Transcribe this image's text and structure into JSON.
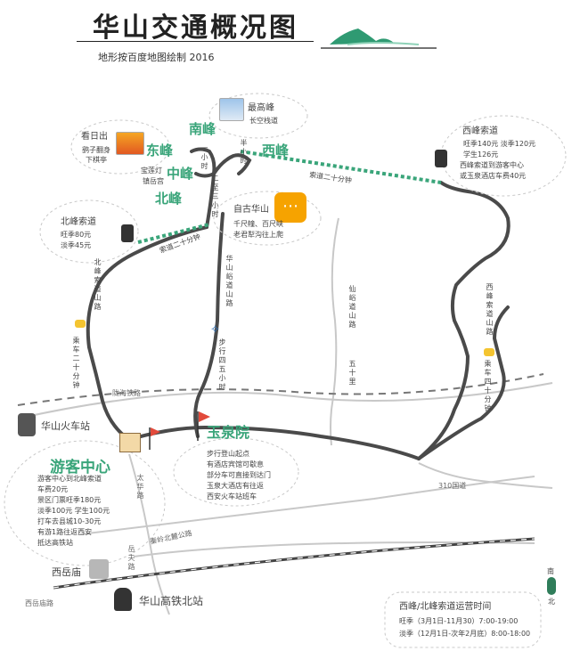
{
  "header": {
    "title": "华山交通概况图",
    "subtitle": "地形按百度地图绘制 2016"
  },
  "peaks": {
    "nanfeng": "南峰",
    "dongfeng": "东峰",
    "xifeng": "西峰",
    "zhongfeng": "中峰",
    "beifeng": "北峰"
  },
  "poi": {
    "highest_peak_title": "最高峰",
    "highest_peak_desc": "长空栈道",
    "sunrise_title": "看日出",
    "sunrise_desc1": "鹞子翻身",
    "sunrise_desc2": "下棋亭",
    "west_cable_title": "西峰索道",
    "west_cable_lines": [
      "旺季140元 淡季120元",
      "学生126元",
      "西峰索道到游客中心",
      "或玉泉酒店车费40元"
    ],
    "north_cable_title": "北峰索道",
    "north_cable_lines": [
      "旺季80元",
      "淡季45元"
    ],
    "ancient_road_title": "自古华山",
    "ancient_road_lines": [
      "千尺幢、百尺峡",
      "老君犁沟往上爬"
    ],
    "zhenyue_lines": [
      "宝莲灯",
      "镇岳宫"
    ],
    "visitor_center_title": "游客中心",
    "visitor_center_lines": [
      "游客中心到北峰索道",
      "车费20元",
      "景区门票旺季180元",
      "淡季100元 学生100元",
      "打车去县城10-30元",
      "有游1路往返西安",
      "抵达高铁站"
    ],
    "yuquan_title": "玉泉院",
    "yuquan_lines": [
      "步行登山起点",
      "有酒店宾馆可歇息",
      "部分车可直接到达门",
      "玉泉大酒店有往返",
      "西安火车站班车"
    ],
    "train_station": "华山火车站",
    "xiyue": "西岳庙",
    "hsr_station": "华山高铁北站",
    "compass_south": "南",
    "compass_north": "北"
  },
  "roads": {
    "west_cable_ride": "索道二十分钟",
    "north_cable_ride": "索道二十分钟",
    "west_peak_road": "西峰索道山路",
    "north_peak_road": "北峰索道山路",
    "drive_left": "乘车二十分钟",
    "drive_right": "乘车四十分钟",
    "huashan_valley": "华山峪道山路",
    "walk_4h": "步行四五小时",
    "xianyu": "仙峪道山路",
    "five_miles": "五十里",
    "g310": "310国道",
    "lianhuo": "陇海铁路",
    "taihua": "太华路",
    "qingong": "秦岭北麓公路",
    "yuetang": "岳夫路",
    "xiyue_road": "西岳庙路",
    "walk_yi": "一小时",
    "walk_yi2": "半小时",
    "walk_yi3": "二至三小时"
  },
  "schedule": {
    "title": "西峰/北峰索道运营时间",
    "peak": "旺季（3月1日-11月30）7:00-19:00",
    "off": "淡季（12月1日-次年2月底）8:00-18:00"
  },
  "colors": {
    "road_gray": "#555555",
    "cable_green": "#3aa57a",
    "label_green": "#3aa57a"
  }
}
